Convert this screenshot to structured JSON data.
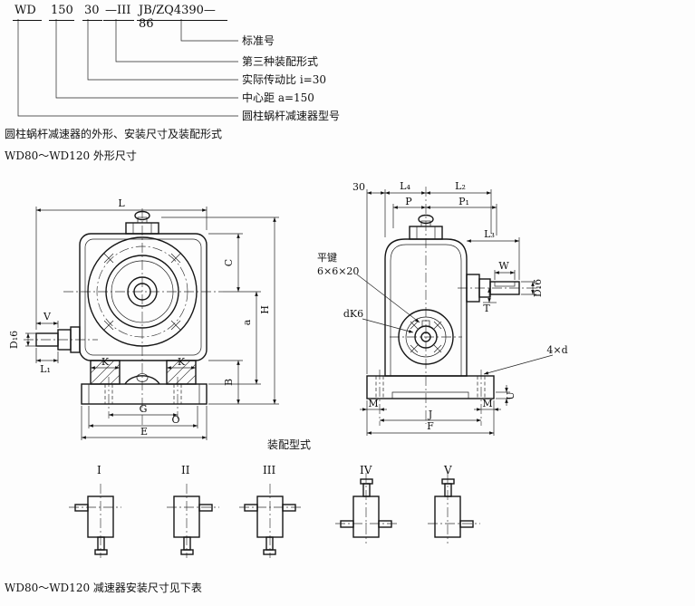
{
  "designation": {
    "code": {
      "model": "WD",
      "center_distance": "150",
      "ratio": "30",
      "assembly_form": "—III",
      "standard": "JB/ZQ4390—86"
    },
    "callouts": {
      "standard": "标准号",
      "assembly_form": "第三种装配形式",
      "ratio": "实际传动比 i=30",
      "center_distance": "中心距 a=150",
      "model": "圆柱蜗杆减速器型号"
    }
  },
  "headings": {
    "line1": "圆柱蜗杆减速器的外形、安装尺寸及装配形式",
    "line2": "WD80～WD120 外形尺寸",
    "assembly_title": "装配型式",
    "footer": "WD80～WD120 减速器安装尺寸见下表"
  },
  "front_view": {
    "L": "L",
    "V": "V",
    "D1": "D₁6",
    "L1": "L₁",
    "K_left": "K",
    "K_right": "K",
    "G": "G",
    "O": "O",
    "E": "E",
    "C": "C",
    "a": "a",
    "H": "H",
    "B": "B"
  },
  "side_view": {
    "n30": "30",
    "L4": "L₄",
    "L2": "L₂",
    "P": "P",
    "P1": "P₁",
    "L3": "L₃",
    "W": "W",
    "D1": "D₁6",
    "T": "T",
    "key_label": "平键",
    "key_size": "6×6×20",
    "shaft_fit": "dK6",
    "holes": "4×d",
    "M_left": "M",
    "M_right": "M",
    "J": "J",
    "F": "F",
    "U": "U"
  },
  "assembly_forms": {
    "labels": [
      "I",
      "II",
      "III",
      "IV",
      "V"
    ]
  }
}
